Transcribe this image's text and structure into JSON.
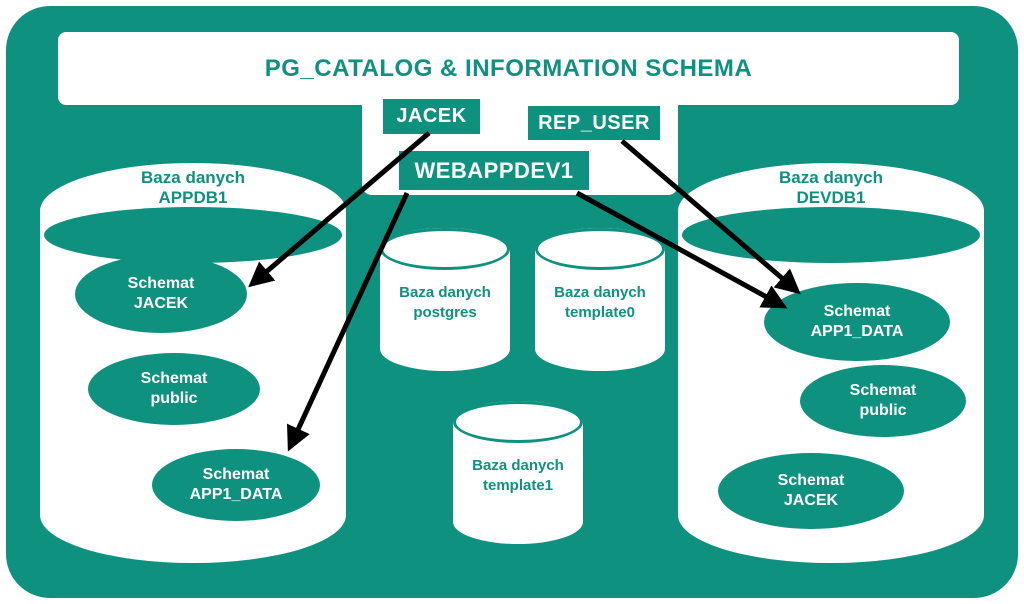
{
  "colors": {
    "teal": "#0f9180",
    "arrow": "#000000",
    "background": "#ffffff"
  },
  "header": {
    "title": "PG_CATALOG & INFORMATION SCHEMA"
  },
  "users": {
    "jacek": "JACEK",
    "rep_user": "REP_USER",
    "webappdev1": "WEBAPPDEV1"
  },
  "left_db": {
    "title1": "Baza danych",
    "title2": "APPDB1",
    "schemas": [
      {
        "line1": "Schemat",
        "line2": "JACEK"
      },
      {
        "line1": "Schemat",
        "line2": "public"
      },
      {
        "line1": "Schemat",
        "line2": "APP1_DATA"
      }
    ]
  },
  "right_db": {
    "title1": "Baza danych",
    "title2": "DEVDB1",
    "schemas": [
      {
        "line1": "Schemat",
        "line2": "APP1_DATA"
      },
      {
        "line1": "Schemat",
        "line2": "public"
      },
      {
        "line1": "Schemat",
        "line2": "JACEK"
      }
    ]
  },
  "system_dbs": [
    {
      "line1": "Baza danych",
      "line2": "postgres"
    },
    {
      "line1": "Baza danych",
      "line2": "template0"
    },
    {
      "line1": "Baza danych",
      "line2": "template1"
    }
  ],
  "arrows": [
    {
      "from": "JACEK",
      "to": "APPDB1 / Schemat JACEK"
    },
    {
      "from": "WEBAPPDEV1",
      "to": "APPDB1 / Schemat APP1_DATA"
    },
    {
      "from": "WEBAPPDEV1",
      "to": "DEVDB1 / Schemat APP1_DATA"
    },
    {
      "from": "REP_USER",
      "to": "DEVDB1 / Schemat APP1_DATA"
    }
  ]
}
